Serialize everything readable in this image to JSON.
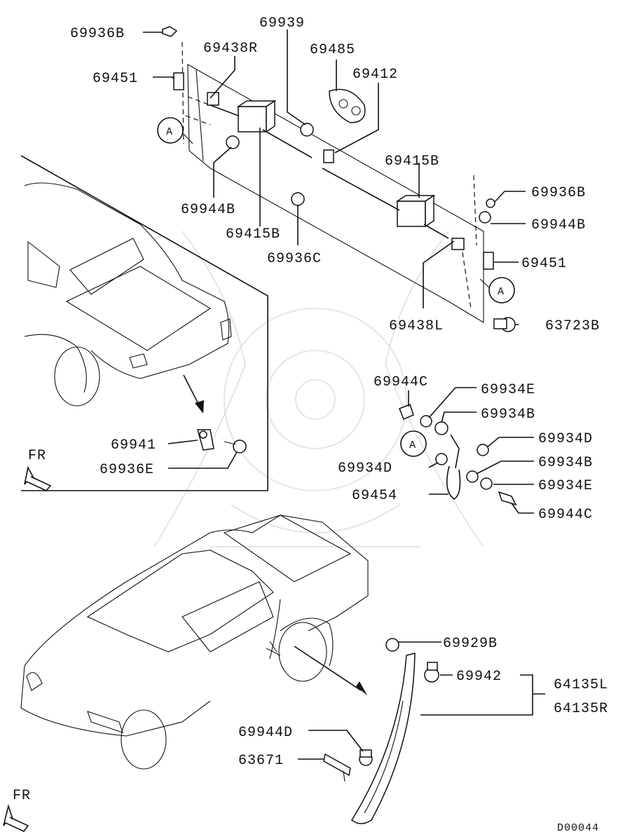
{
  "diagram": {
    "code": "D00044",
    "callout_letter": "A",
    "direction_label": "FR",
    "parts": {
      "p69936B_top": "69936B",
      "p69438R": "69438R",
      "p69939": "69939",
      "p69485": "69485",
      "p69412": "69412",
      "p69451_left": "69451",
      "p69944B_left": "69944B",
      "p69415B_left": "69415B",
      "p69936C": "69936C",
      "p69415B_right": "69415B",
      "p69936B_right": "69936B",
      "p69944B_right": "69944B",
      "p69451_right": "69451",
      "p69438L": "69438L",
      "p63723B": "63723B",
      "p69941": "69941",
      "p69936E": "69936E",
      "p69944C_top": "69944C",
      "p69934E_top": "69934E",
      "p69934B_top": "69934B",
      "p69934D_right": "69934D",
      "p69934D_left": "69934D",
      "p69934B_right": "69934B",
      "p69934E_right": "69934E",
      "p69454": "69454",
      "p69944C_bottom": "69944C",
      "p69929B": "69929B",
      "p69942": "69942",
      "p64135L": "64135L",
      "p64135R": "64135R",
      "p69944D": "69944D",
      "p63671": "63671"
    }
  }
}
